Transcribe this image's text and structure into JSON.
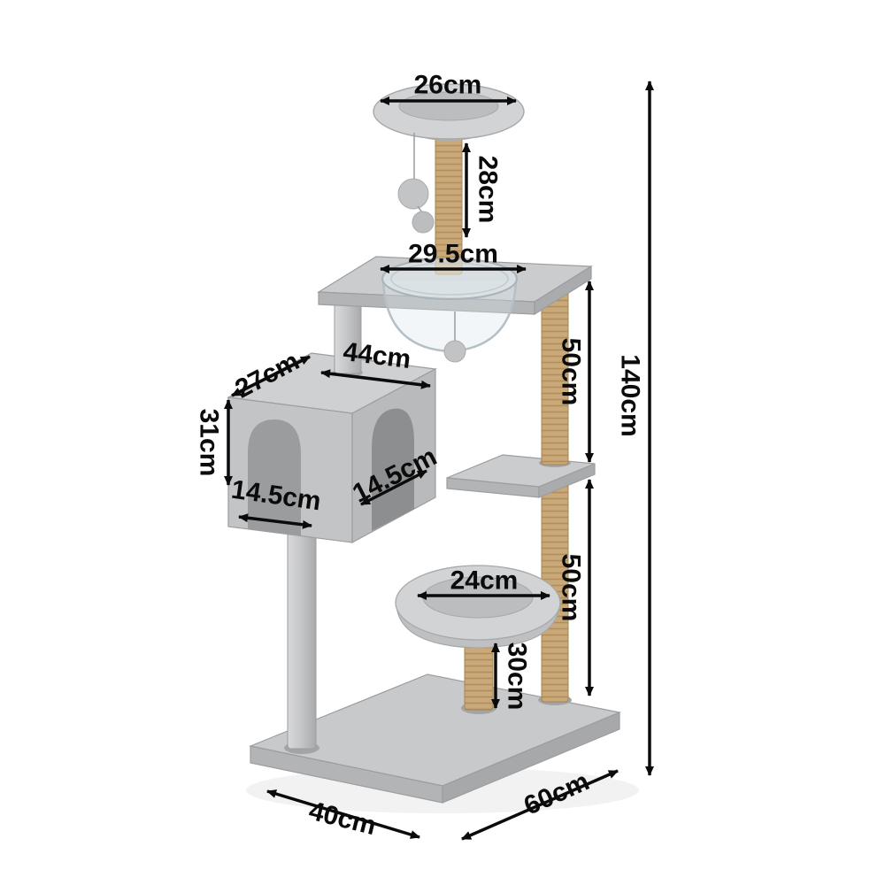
{
  "diagram": {
    "subject": "cat-tree-with-dimensions",
    "labels": {
      "top_perch_width": "26cm",
      "top_post_height": "28cm",
      "top_platform_width": "29.5cm",
      "upper_section_height": "50cm",
      "lower_section_height": "50cm",
      "total_height": "140cm",
      "condo_depth": "27cm",
      "condo_width": "44cm",
      "condo_height": "31cm",
      "condo_front_door_width": "14.5cm",
      "condo_side_door_width": "14.5cm",
      "bottom_bed_width": "24cm",
      "bottom_post_height": "30cm",
      "base_depth": "40cm",
      "base_width": "60cm"
    },
    "colors": {
      "plush_light": "#d2d3d5",
      "plush_mid": "#c6c7c9",
      "plush_dark": "#aeafb1",
      "sisal": "#c9a97a",
      "dimension_ink": "#0b0b0b",
      "background": "#ffffff"
    }
  }
}
